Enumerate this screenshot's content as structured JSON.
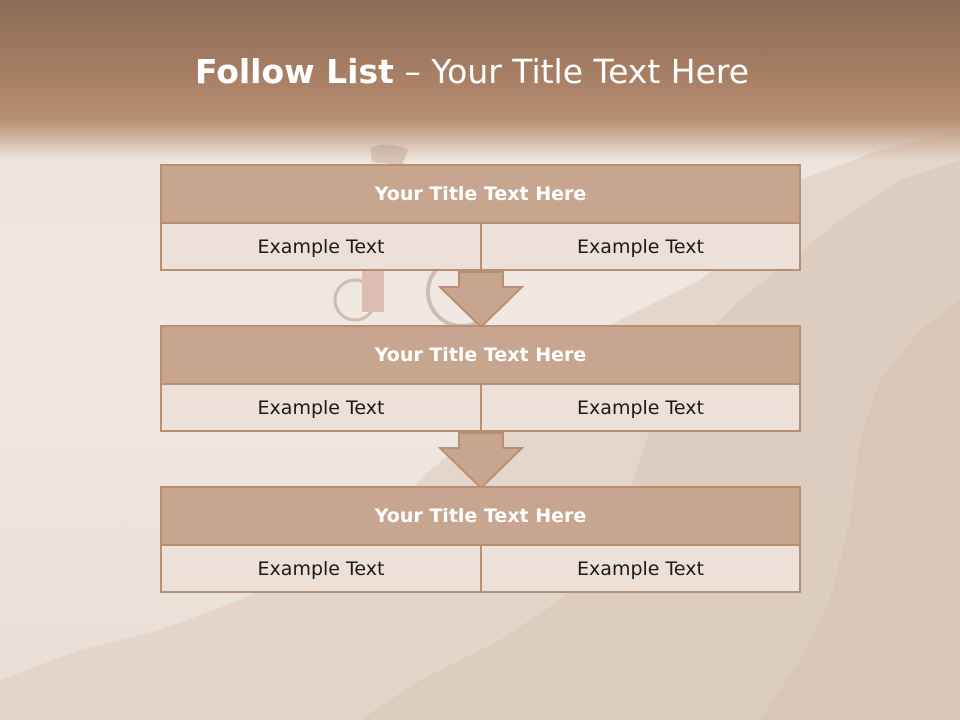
{
  "slide": {
    "title_bold": "Follow List",
    "title_rest": " – Your Title Text Here"
  },
  "blocks": [
    {
      "title": "Your Title Text Here",
      "left_text": "Example Text",
      "right_text": "Example Text"
    },
    {
      "title": "Your Title Text Here",
      "left_text": "Example Text",
      "right_text": "Example Text"
    },
    {
      "title": "Your Title Text Here",
      "left_text": "Example Text",
      "right_text": "Example Text"
    }
  ],
  "colors": {
    "header_brown": "#8a6b55",
    "title_fill": "#c8a58f",
    "border": "#b98f74",
    "cell_fill": "#ece0d9"
  },
  "background_image": "rocky-mountain-cyclist-photo"
}
